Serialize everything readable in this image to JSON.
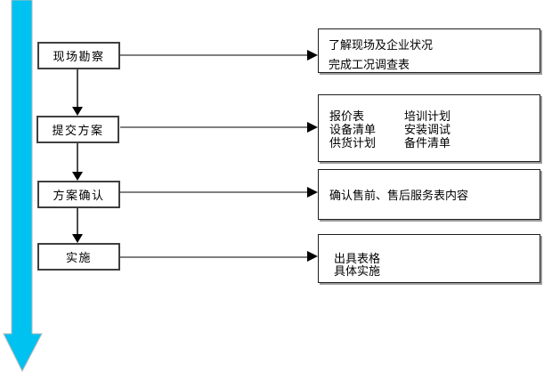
{
  "diagram": {
    "type": "flowchart",
    "timeline_color": "#00c2f0",
    "timeline_outline_color": "#b9b9b9",
    "connector_color": "#808080",
    "box_border_color": "#3f3f3f",
    "steps": [
      {
        "label": "现场勘察",
        "details": [
          "了解现场及企业状况",
          "完成工况调查表"
        ]
      },
      {
        "label": "提交方案",
        "columns": [
          [
            "报价表",
            "设备清单",
            "供货计划"
          ],
          [
            "培训计划",
            "安装调试",
            "备件清单"
          ]
        ]
      },
      {
        "label": "方案确认",
        "details": [
          "确认售前、售后服务表内容"
        ]
      },
      {
        "label": "实施",
        "details": [
          "出具表格",
          "具体实施"
        ]
      }
    ]
  }
}
